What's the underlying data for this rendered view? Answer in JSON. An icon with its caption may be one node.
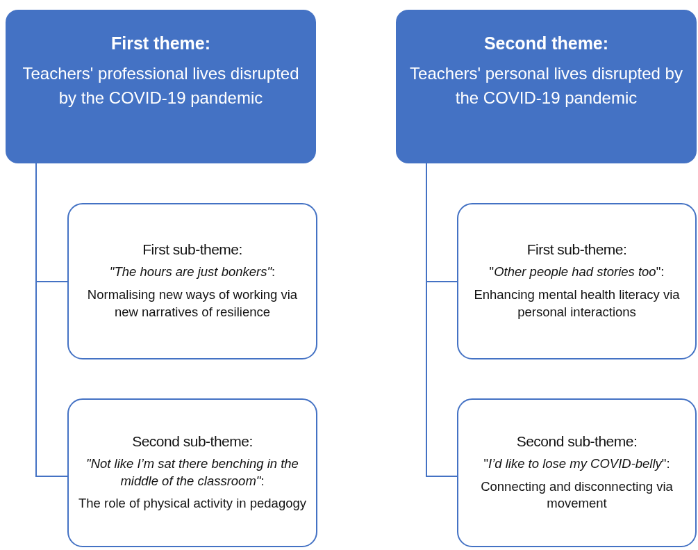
{
  "diagram": {
    "nodes": [
      {
        "text": [
          "First theme:",
          "Teachers' professional lives disrupted by the COVID-19 pandemic"
        ]
      },
      {
        "text": [
          "First sub-theme:",
          "*\"The hours are just bonkers\"*:",
          "Normalising new ways of working via new narratives of resilience"
        ]
      },
      {
        "text": [
          "Second sub-theme:",
          "*\"Not like I’m sat there benching in the middle of the classroom\"*:",
          "The role of physical activity in pedagogy"
        ]
      },
      {
        "text": [
          "Second theme:",
          "Teachers' personal lives disrupted by the COVID-19 pandemic"
        ]
      },
      {
        "text": [
          "First sub-theme:",
          "\"*Other people had stories too*\":",
          "Enhancing mental health literacy via personal interactions"
        ]
      },
      {
        "text": [
          "Second sub-theme:",
          "\"*I’d like to lose my COVID-belly*\":",
          "Connecting and disconnecting via movement"
        ]
      }
    ],
    "edges": [
      {
        "from": 0,
        "to": 1,
        "arrow": "none"
      },
      {
        "from": 0,
        "to": 2,
        "arrow": "none"
      },
      {
        "from": 3,
        "to": 4,
        "arrow": "none"
      },
      {
        "from": 3,
        "to": 5,
        "arrow": "none"
      }
    ]
  }
}
